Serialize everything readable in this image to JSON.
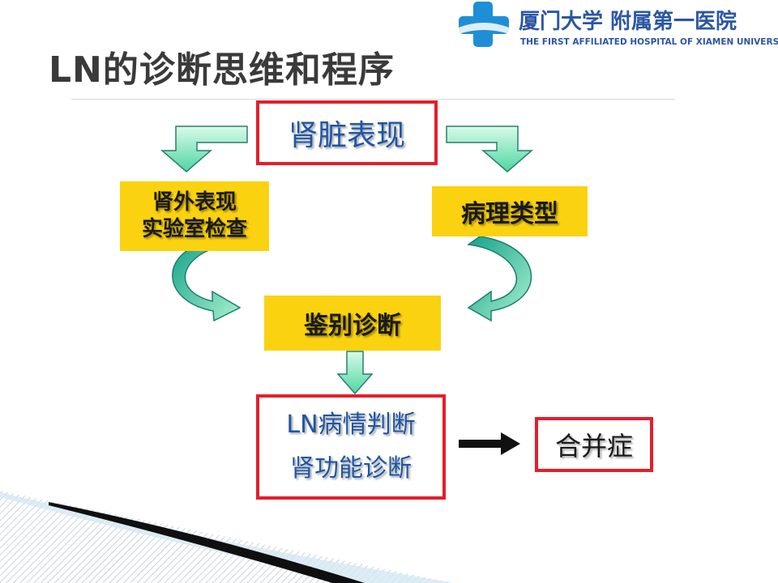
{
  "title": "LN的诊断思维和程序",
  "logo": {
    "name_cn": "厦门大学 附属第一医院",
    "name_en": "THE FIRST AFFILIATED HOSPITAL OF XIAMEN UNIVERSITY"
  },
  "flow": {
    "renal": "肾脏表现",
    "extrarenal": [
      "肾外表现",
      "实验室检查"
    ],
    "pathology": "病理类型",
    "differential": "鉴别诊断",
    "ln_assessment": [
      "LN病情判断",
      "肾功能诊断"
    ],
    "complication": "合并症"
  },
  "colors": {
    "red_border": "#e41f2b",
    "yellow_fill": "#fbd20f",
    "arrow_green": "#2bb89a",
    "text_blue": "#1e55a6"
  }
}
